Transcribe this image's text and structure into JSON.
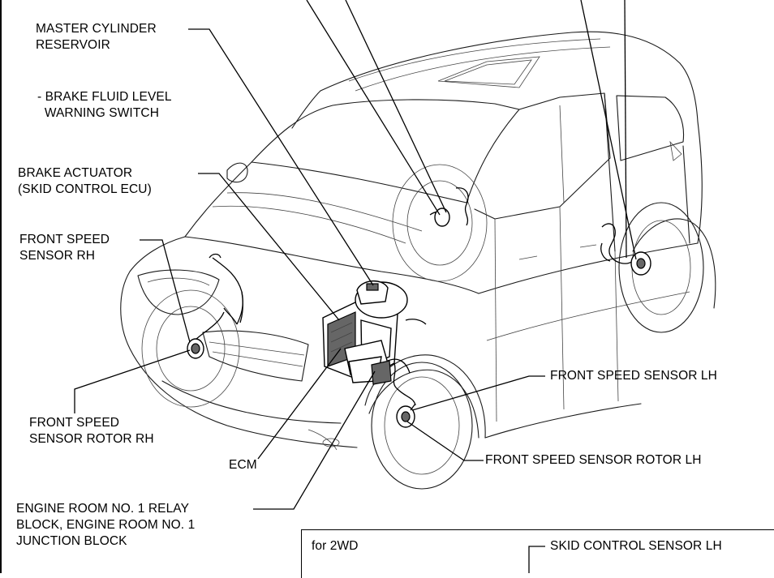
{
  "labels": {
    "master_cylinder": "MASTER CYLINDER\nRESERVOIR",
    "fluid_switch": "- BRAKE FLUID LEVEL\n  WARNING SWITCH",
    "brake_actuator": "BRAKE ACTUATOR\n(SKID CONTROL ECU)",
    "front_speed_rh": "FRONT SPEED\nSENSOR RH",
    "front_rotor_rh": "FRONT SPEED\nSENSOR ROTOR RH",
    "ecm": "ECM",
    "relay_block": "ENGINE ROOM NO. 1 RELAY\nBLOCK, ENGINE ROOM NO. 1\nJUNCTION BLOCK",
    "front_speed_lh": "FRONT SPEED SENSOR LH",
    "front_rotor_lh": "FRONT SPEED SENSOR ROTOR LH"
  },
  "inset": {
    "title": "for 2WD",
    "skid_sensor_lh": "SKID CONTROL SENSOR LH"
  }
}
